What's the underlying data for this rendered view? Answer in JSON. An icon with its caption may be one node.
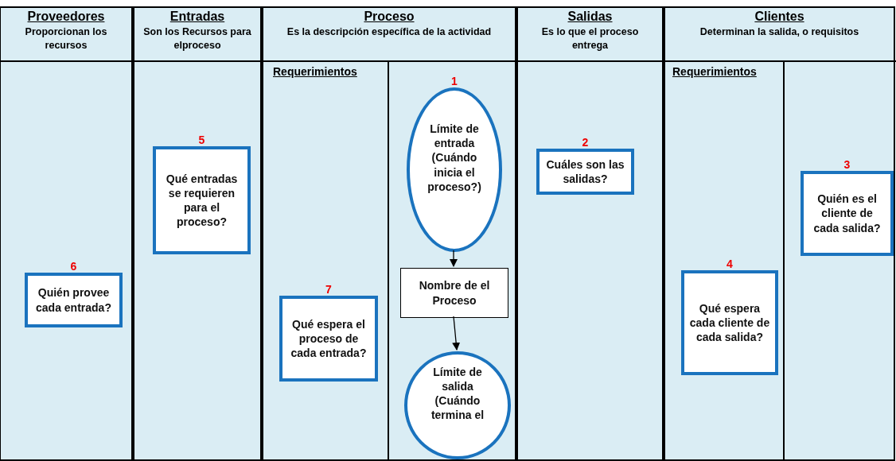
{
  "diagram": {
    "nodes": [
      {
        "text": [
          "Proveedores",
          "Proporcionan los recursos"
        ]
      },
      {
        "text": [
          "Entradas",
          "Son los Recursos para elproceso"
        ]
      },
      {
        "text": [
          "Proceso",
          "Es la descripción específica de la actividad"
        ]
      },
      {
        "text": [
          "Salidas",
          "Es lo que el proceso entrega"
        ]
      },
      {
        "text": [
          "Clientes",
          "Determinan la salida, o requisitos"
        ]
      },
      {
        "text": [
          "Límite de entrada (Cuándo inicia el proceso?)"
        ],
        "in": 2,
        "beside": [
          "1"
        ]
      },
      {
        "text": [
          "Nombre de el Proceso"
        ],
        "in": 2
      },
      {
        "text": [
          "Límite de salida (Cuándo termina el"
        ],
        "in": 2
      },
      {
        "text": [
          "Qué espera el proceso de cada entrada?"
        ],
        "in": 2,
        "beside": [
          "7"
        ]
      },
      {
        "text": [
          "Cuáles son las salidas?"
        ],
        "in": 3,
        "beside": [
          "2"
        ]
      },
      {
        "text": [
          "Quién es el cliente de cada salida?"
        ],
        "in": 4,
        "beside": [
          "3"
        ]
      },
      {
        "text": [
          "Qué espera cada cliente de cada salida?"
        ],
        "in": 4,
        "beside": [
          "4"
        ]
      },
      {
        "text": [
          "Qué entradas se requieren para el proceso?"
        ],
        "in": 1,
        "beside": [
          "5"
        ]
      },
      {
        "text": [
          "Quién provee cada entrada?"
        ],
        "in": 0,
        "beside": [
          "6"
        ]
      }
    ],
    "edges": [
      {
        "from": 5,
        "to": 6,
        "arrow": "to"
      },
      {
        "from": 6,
        "to": 7,
        "arrow": "to"
      }
    ],
    "labels": [
      "Requerimientos",
      "Requerimientos"
    ]
  }
}
